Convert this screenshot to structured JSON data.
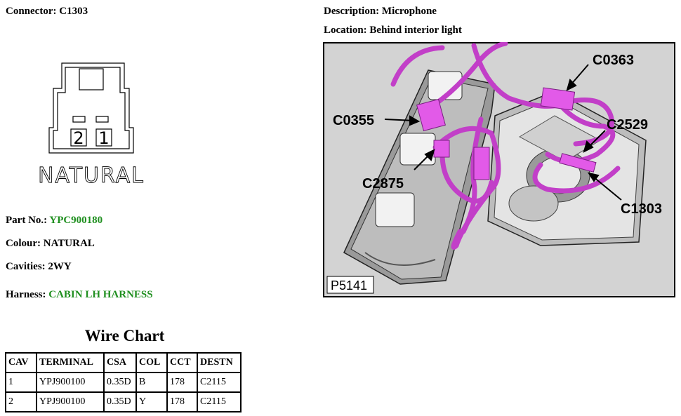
{
  "connector": {
    "label": "Connector:",
    "value": "C1303"
  },
  "description": {
    "label": "Description:",
    "value": "Microphone"
  },
  "location": {
    "label": "Location:",
    "value": "Behind interior light"
  },
  "drawing": {
    "pin_1": "1",
    "pin_2": "2",
    "colour_text": "NATURAL"
  },
  "part_no": {
    "label": "Part No.:",
    "value": "YPC900180"
  },
  "colour": {
    "label": "Colour:",
    "value": "NATURAL"
  },
  "cavities": {
    "label": "Cavities:",
    "value": "2WY"
  },
  "harness": {
    "label": "Harness:",
    "value": "CABIN LH HARNESS"
  },
  "wire_chart": {
    "title": "Wire Chart",
    "headers": [
      "CAV",
      "TERMINAL",
      "CSA",
      "COL",
      "CCT",
      "DESTN"
    ],
    "rows": [
      [
        "1",
        "YPJ900100",
        "0.35D",
        "B",
        "178",
        "C2115"
      ],
      [
        "2",
        "YPJ900100",
        "0.35D",
        "Y",
        "178",
        "C2115"
      ]
    ]
  },
  "photo": {
    "callouts": {
      "c0363": "C0363",
      "c0355": "C0355",
      "c2529": "C2529",
      "c2875": "C2875",
      "c1303": "C1303"
    },
    "figure_id": "P5141"
  },
  "colors": {
    "accent_green": "#1f8f1f",
    "wire_magenta": "#c23fc8"
  }
}
